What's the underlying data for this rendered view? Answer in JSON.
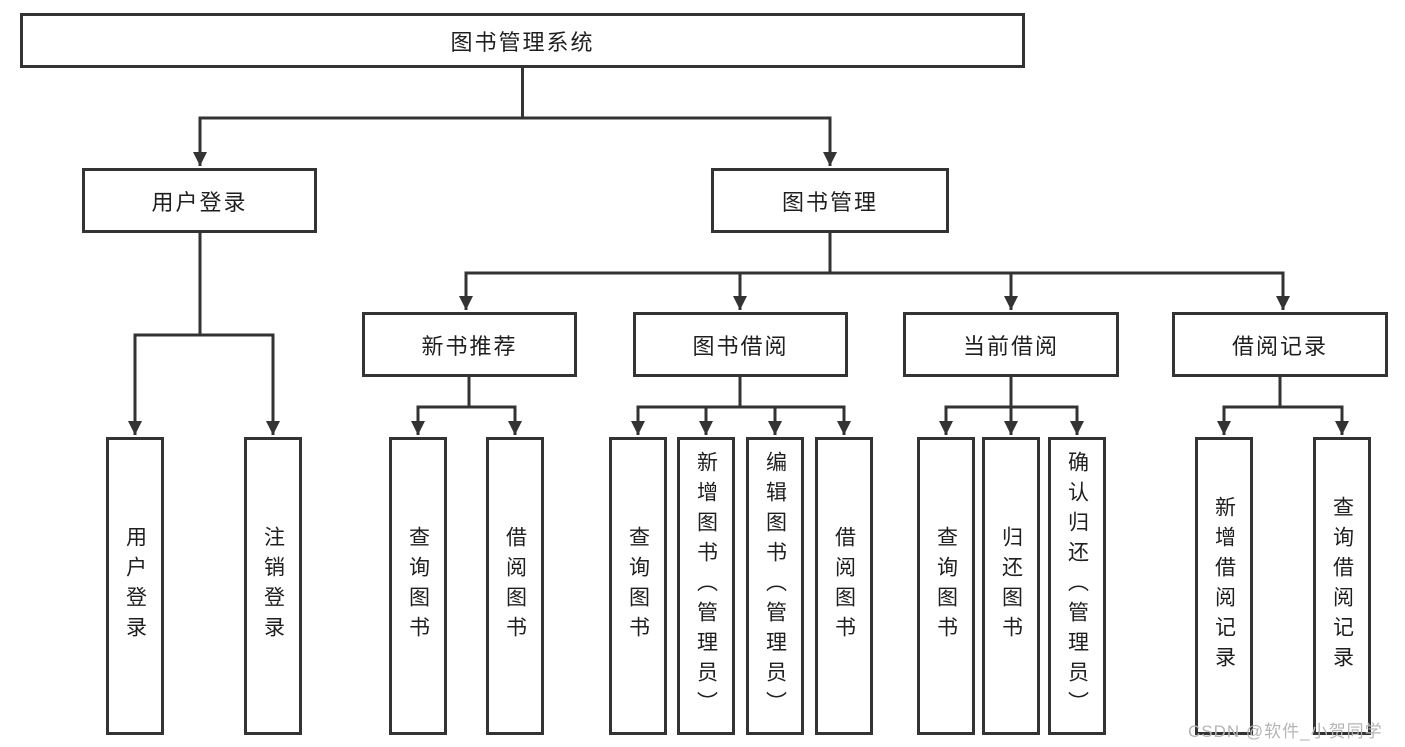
{
  "diagram": {
    "title": "图书管理系统",
    "root": {
      "label": "图书管理系统"
    },
    "level2": [
      {
        "label": "用户登录"
      },
      {
        "label": "图书管理"
      }
    ],
    "level3": [
      {
        "label": "新书推荐"
      },
      {
        "label": "图书借阅"
      },
      {
        "label": "当前借阅"
      },
      {
        "label": "借阅记录"
      }
    ],
    "leaves": {
      "user_login": [
        {
          "label": "用户登录"
        },
        {
          "label": "注销登录"
        }
      ],
      "new_book": [
        {
          "label": "查询图书"
        },
        {
          "label": "借阅图书"
        }
      ],
      "book_borrow": [
        {
          "label": "查询图书"
        },
        {
          "label": "新增图书（管理员）"
        },
        {
          "label": "编辑图书（管理员）"
        },
        {
          "label": "借阅图书"
        }
      ],
      "current_borrow": [
        {
          "label": "查询图书"
        },
        {
          "label": "归还图书"
        },
        {
          "label": "确认归还（管理员）"
        }
      ],
      "borrow_record": [
        {
          "label": "新增借阅记录"
        },
        {
          "label": "查询借阅记录"
        }
      ]
    },
    "watermark": "CSDN @软件_小贺同学",
    "colors": {
      "line": "#333333",
      "text": "#1f1f1f",
      "watermark": "#b5b5b5",
      "background": "#ffffff"
    }
  }
}
